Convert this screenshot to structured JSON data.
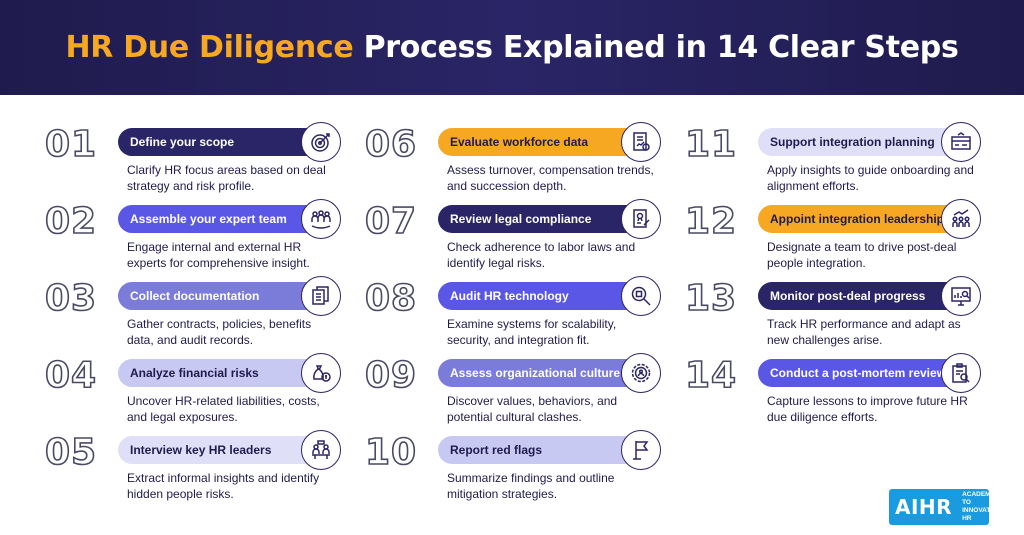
{
  "title": {
    "accent": "HR Due Diligence",
    "rest": " Process Explained in 14 Clear Steps"
  },
  "steps": [
    {
      "num": "01",
      "title": "Define your scope",
      "desc": "Clarify HR focus areas based on deal strategy and risk profile.",
      "icon": "target-icon"
    },
    {
      "num": "02",
      "title": "Assemble your expert team",
      "desc": "Engage internal and external HR experts for comprehensive insight.",
      "icon": "team-icon"
    },
    {
      "num": "03",
      "title": "Collect documentation",
      "desc": "Gather contracts, policies, benefits data, and audit records.",
      "icon": "documents-icon"
    },
    {
      "num": "04",
      "title": "Analyze financial risks",
      "desc": "Uncover HR-related liabilities, costs, and legal exposures.",
      "icon": "money-bag-icon"
    },
    {
      "num": "05",
      "title": "Interview key HR leaders",
      "desc": "Extract informal insights and identify hidden people risks.",
      "icon": "meeting-icon"
    },
    {
      "num": "06",
      "title": "Evaluate workforce data",
      "desc": "Assess turnover, compensation trends, and succession depth.",
      "icon": "report-icon"
    },
    {
      "num": "07",
      "title": "Review legal compliance",
      "desc": "Check adherence to labor laws and identify legal risks.",
      "icon": "legal-document-icon"
    },
    {
      "num": "08",
      "title": "Audit HR technology",
      "desc": "Examine systems for scalability, security, and integration fit.",
      "icon": "chip-search-icon"
    },
    {
      "num": "09",
      "title": "Assess organizational culture",
      "desc": "Discover values, behaviors, and potential cultural clashes.",
      "icon": "culture-gear-icon"
    },
    {
      "num": "10",
      "title": "Report red flags",
      "desc": "Summarize findings and outline mitigation strategies.",
      "icon": "flag-icon"
    },
    {
      "num": "11",
      "title": "Support integration planning",
      "desc": "Apply insights to guide onboarding and alignment efforts.",
      "icon": "planning-icon"
    },
    {
      "num": "12",
      "title": "Appoint integration leadership",
      "desc": "Designate a team to drive post-deal people integration.",
      "icon": "leadership-icon"
    },
    {
      "num": "13",
      "title": "Monitor post-deal progress",
      "desc": "Track HR performance and adapt as new challenges arise.",
      "icon": "monitor-chart-icon"
    },
    {
      "num": "14",
      "title": "Conduct a post-mortem review",
      "desc": "Capture lessons to improve future HR due diligence efforts.",
      "icon": "clipboard-review-icon"
    }
  ],
  "logo": {
    "brand": "AIHR",
    "tag_line1": "ACADEMY TO",
    "tag_line2": "INNOVATE HR"
  },
  "colors": {
    "header_bg": "#1f1b4d",
    "accent": "#f7a823",
    "indigo": "#5b57e6",
    "lavender": "#c7c9f3"
  }
}
